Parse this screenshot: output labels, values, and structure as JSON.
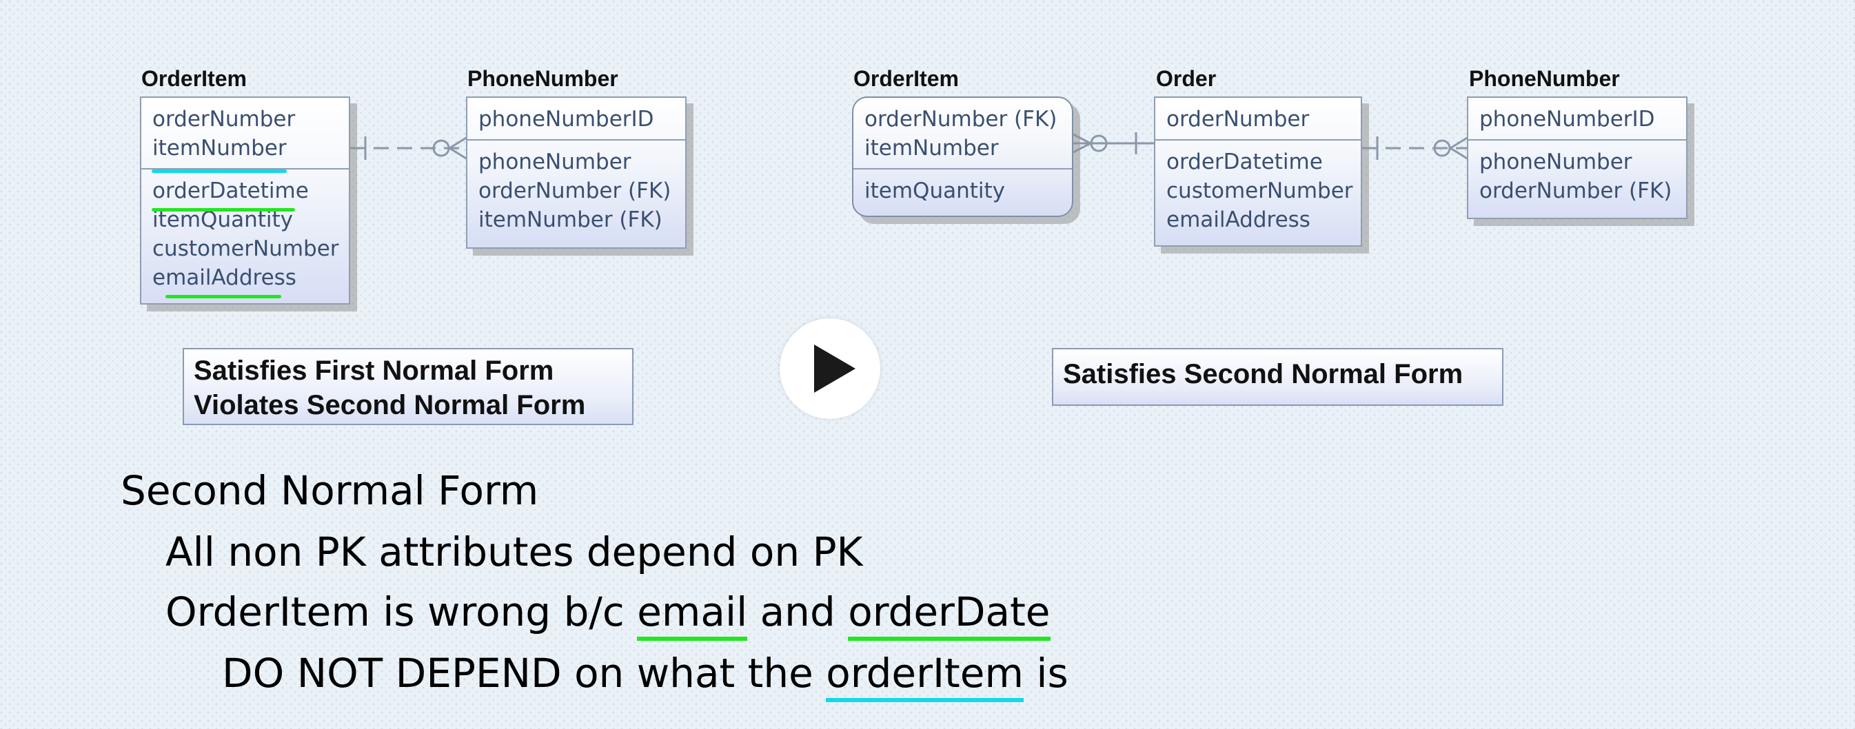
{
  "diagram_left": {
    "orderitem": {
      "title": "OrderItem",
      "keys": [
        "orderNumber",
        "itemNumber"
      ],
      "attributes": [
        "orderDatetime",
        "itemQuantity",
        "customerNumber",
        "emailAddress"
      ]
    },
    "phonenumber": {
      "title": "PhoneNumber",
      "keys": [
        "phoneNumberID"
      ],
      "attributes": [
        "phoneNumber",
        "orderNumber (FK)",
        "itemNumber (FK)"
      ]
    },
    "note": {
      "line1": "Satisfies First Normal Form",
      "line2": "Violates Second Normal Form"
    }
  },
  "diagram_right": {
    "orderitem": {
      "title": "OrderItem",
      "keys": [
        "orderNumber (FK)",
        "itemNumber"
      ],
      "attributes": [
        "itemQuantity"
      ]
    },
    "order": {
      "title": "Order",
      "keys": [
        "orderNumber"
      ],
      "attributes": [
        "orderDatetime",
        "customerNumber",
        "emailAddress"
      ]
    },
    "phonenumber": {
      "title": "PhoneNumber",
      "keys": [
        "phoneNumberID"
      ],
      "attributes": [
        "phoneNumber",
        "orderNumber (FK)"
      ]
    },
    "note": {
      "line1": "Satisfies Second Normal Form"
    }
  },
  "highlight_colors": {
    "green": "#22e622",
    "cyan": "#14d8e8"
  },
  "slide_text": {
    "heading": "Second Normal Form",
    "line1": "All non PK attributes depend on PK",
    "line2_a": "OrderItem is wrong b/c ",
    "line2_b": "email",
    "line2_c": " and ",
    "line2_d": "orderDate",
    "line3_a": "DO NOT DEPEND on what the ",
    "line3_b": "orderItem",
    "line3_c": " is"
  }
}
